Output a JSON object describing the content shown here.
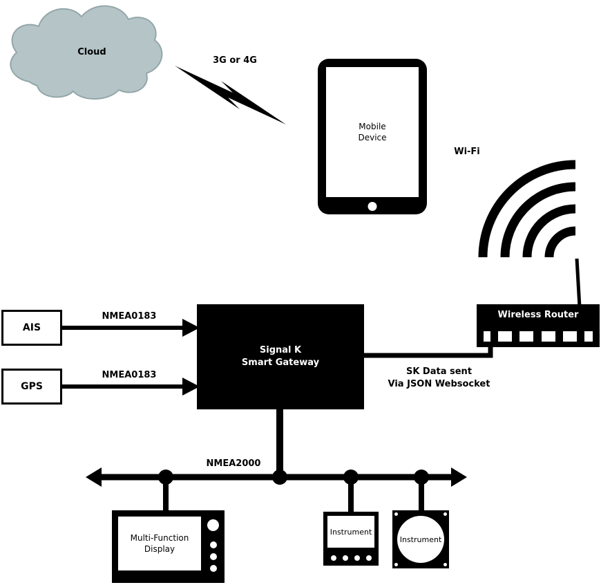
{
  "labels": {
    "cloud": "Cloud",
    "link_3g4g": "3G or 4G",
    "mobile_line1": "Mobile",
    "mobile_line2": "Device",
    "wifi": "Wi-Fi",
    "router": "Wireless Router",
    "gateway_line1": "Signal K",
    "gateway_line2": "Smart Gateway",
    "ais": "AIS",
    "gps": "GPS",
    "nmea0183_ais": "NMEA0183",
    "nmea0183_gps": "NMEA0183",
    "sk_data_line1": "SK Data sent",
    "sk_data_line2": "Via JSON Websocket",
    "nmea2000": "NMEA2000",
    "mfd_line1": "Multi-Function",
    "mfd_line2": "Display",
    "instrument1": "Instrument",
    "instrument2": "Instrument"
  },
  "colors": {
    "cloud_fill": "#b5c4c7",
    "cloud_stroke": "#93a6a9",
    "line_black": "#000000",
    "device_white": "#ffffff"
  }
}
